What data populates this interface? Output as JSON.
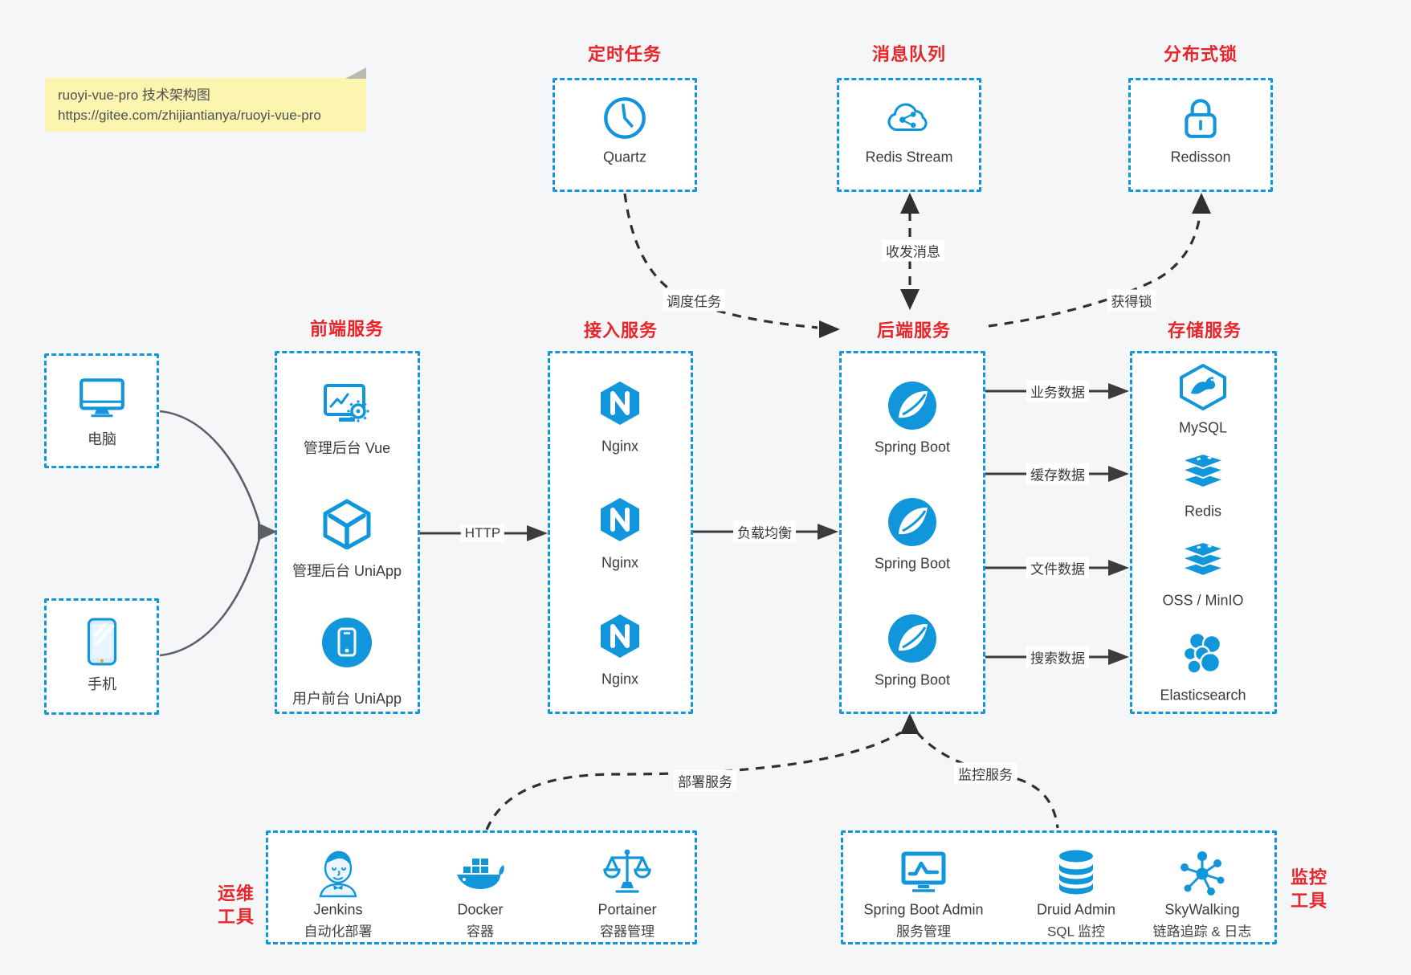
{
  "note": {
    "line1": "ruoyi-vue-pro 技术架构图",
    "line2": "https://gitee.com/zhijiantianya/ruoyi-vue-pro"
  },
  "top_services": [
    {
      "title": "定时任务",
      "label": "Quartz",
      "icon": "clock-icon"
    },
    {
      "title": "消息队列",
      "label": "Redis Stream",
      "icon": "cloud-share-icon"
    },
    {
      "title": "分布式锁",
      "label": "Redisson",
      "icon": "lock-icon"
    }
  ],
  "clients": [
    {
      "label": "电脑",
      "icon": "desktop-icon"
    },
    {
      "label": "手机",
      "icon": "mobile-icon"
    }
  ],
  "columns": [
    {
      "title": "前端服务",
      "items": [
        {
          "label": "管理后台 Vue",
          "icon": "admin-vue-icon"
        },
        {
          "label": "管理后台 UniApp",
          "icon": "cube-icon"
        },
        {
          "label": "用户前台 UniApp",
          "icon": "mobile-app-icon"
        }
      ]
    },
    {
      "title": "接入服务",
      "items": [
        {
          "label": "Nginx",
          "icon": "nginx-icon"
        },
        {
          "label": "Nginx",
          "icon": "nginx-icon"
        },
        {
          "label": "Nginx",
          "icon": "nginx-icon"
        }
      ]
    },
    {
      "title": "后端服务",
      "items": [
        {
          "label": "Spring Boot",
          "icon": "spring-icon"
        },
        {
          "label": "Spring Boot",
          "icon": "spring-icon"
        },
        {
          "label": "Spring Boot",
          "icon": "spring-icon"
        }
      ]
    },
    {
      "title": "存储服务",
      "items": [
        {
          "label": "MySQL",
          "icon": "mysql-icon"
        },
        {
          "label": "Redis",
          "icon": "redis-stack-icon"
        },
        {
          "label": "OSS / MinIO",
          "icon": "storage-stack-icon"
        },
        {
          "label": "Elasticsearch",
          "icon": "elasticsearch-icon"
        }
      ]
    }
  ],
  "edges": {
    "http": "HTTP",
    "load_balance": "负载均衡",
    "business_data": "业务数据",
    "cache_data": "缓存数据",
    "file_data": "文件数据",
    "search_data": "搜索数据",
    "schedule": "调度任务",
    "message": "收发消息",
    "lock": "获得锁",
    "deploy": "部署服务",
    "monitor": "监控服务"
  },
  "ops_tools": {
    "title": [
      "运维",
      "工具"
    ],
    "items": [
      {
        "name": "Jenkins",
        "desc": "自动化部署",
        "icon": "jenkins-icon"
      },
      {
        "name": "Docker",
        "desc": "容器",
        "icon": "docker-icon"
      },
      {
        "name": "Portainer",
        "desc": "容器管理",
        "icon": "portainer-icon"
      }
    ]
  },
  "monitor_tools": {
    "title": [
      "监控",
      "工具"
    ],
    "items": [
      {
        "name": "Spring Boot Admin",
        "desc": "服务管理",
        "icon": "spring-boot-admin-icon"
      },
      {
        "name": "Druid Admin",
        "desc": "SQL 监控",
        "icon": "druid-icon"
      },
      {
        "name": "SkyWalking",
        "desc": "链路追踪 & 日志",
        "icon": "skywalking-icon"
      }
    ]
  },
  "colors": {
    "blue": "#1296db",
    "red": "#e8252b",
    "arrow": "#3c3c3c",
    "note_bg": "#fbf5b0"
  }
}
